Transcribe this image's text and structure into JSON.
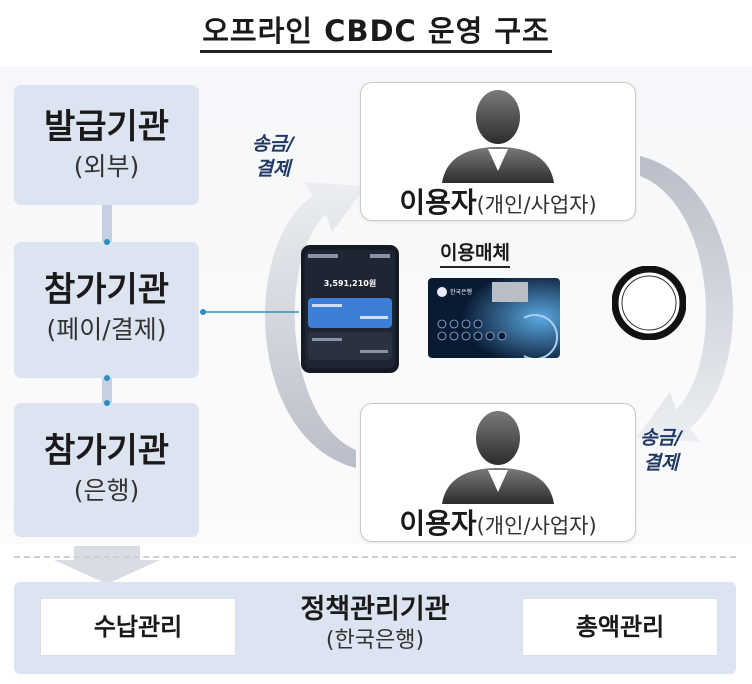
{
  "title": "오프라인 CBDC 운영 구조",
  "left": {
    "issuer": {
      "name": "발급기관",
      "sub": "(외부)"
    },
    "participant_pay": {
      "name": "참가기관",
      "sub": "(페이/결제)"
    },
    "participant_bank": {
      "name": "참가기관",
      "sub": "(은행)"
    }
  },
  "users": {
    "top": {
      "bold": "이용자",
      "normal": "(개인/사업자)"
    },
    "bottom": {
      "bold": "이용자",
      "normal": "(개인/사업자)"
    }
  },
  "arrows": {
    "left": {
      "line1": "송금/",
      "line2": "결제"
    },
    "right": {
      "line1": "송금/",
      "line2": "결제"
    }
  },
  "media": {
    "title": "이용매체",
    "phone_balance": "3,591,210원",
    "card_bank_label": "한국은행"
  },
  "policy": {
    "left_box": "수납관리",
    "center_name": "정책관리기관",
    "center_sub": "(한국은행)",
    "right_box": "총액관리"
  }
}
